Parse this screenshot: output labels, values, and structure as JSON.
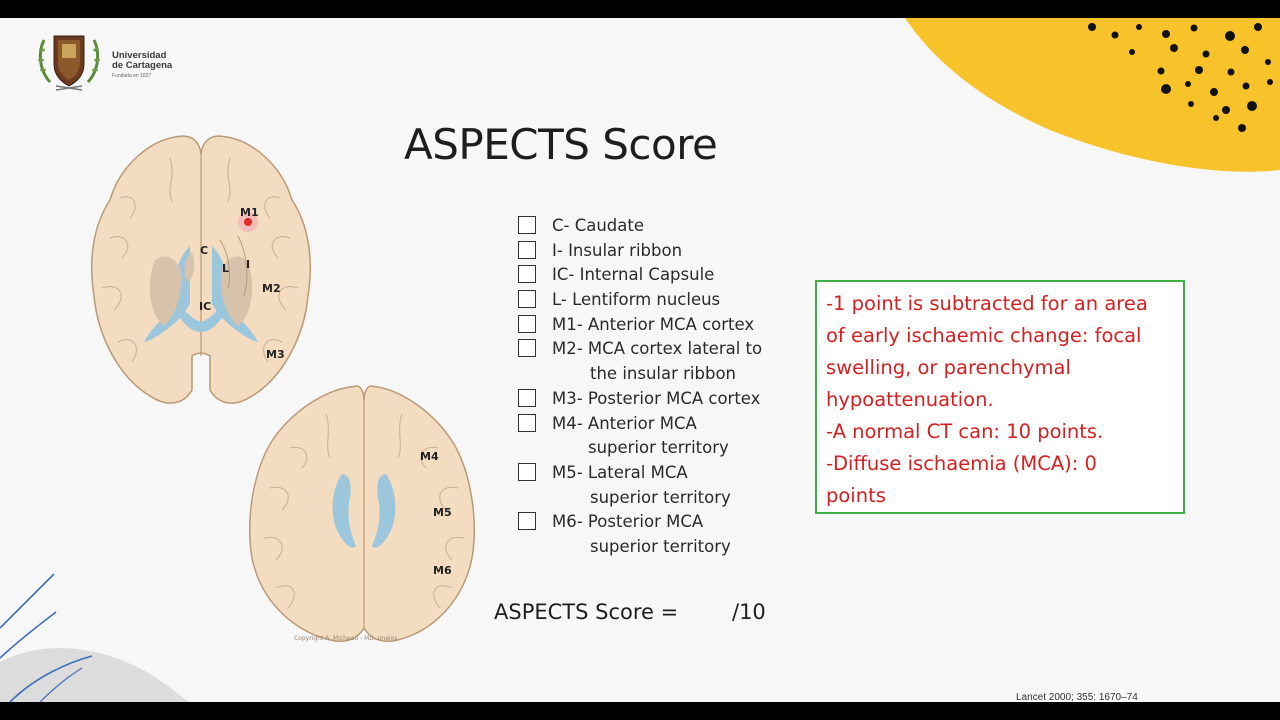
{
  "logo": {
    "line1": "Universidad",
    "line2": "de Cartagena",
    "tagline": "Fundada en 1827"
  },
  "slide": {
    "title": "ASPECTS Score",
    "diagram": {
      "labels": [
        "M1",
        "C",
        "L",
        "I",
        "M2",
        "IC",
        "M3",
        "M4",
        "M5",
        "M6"
      ],
      "copyright": "Copyright A. Micheau - MD, imaios"
    },
    "checklist": [
      {
        "lines": [
          "C- Caudate"
        ]
      },
      {
        "lines": [
          "I- Insular ribbon"
        ]
      },
      {
        "lines": [
          "IC- Internal Capsule"
        ]
      },
      {
        "lines": [
          "L- Lentiform nucleus"
        ]
      },
      {
        "lines": [
          "M1- Anterior MCA cortex"
        ]
      },
      {
        "lines": [
          "M2- MCA cortex lateral to",
          "the insular ribbon"
        ]
      },
      {
        "lines": [
          "M3- Posterior MCA cortex"
        ]
      },
      {
        "lines": [
          "M4- Anterior MCA",
          "superior territory"
        ]
      },
      {
        "lines": [
          "M5- Lateral MCA",
          "superior territory"
        ]
      },
      {
        "lines": [
          "M6- Posterior MCA",
          "superior territory"
        ]
      }
    ],
    "score_label": "ASPECTS Score =",
    "score_denominator": "/10",
    "note_lines": [
      "-1 point is subtracted for an area",
      "of early ischaemic change: focal",
      "swelling, or parenchymal",
      "hypoattenuation.",
      "-A normal CT can:  10 points.",
      "-Diffuse ischaemia (MCA):  0",
      "points"
    ],
    "citation": "Lancet 2000; 355: 1670–74"
  },
  "colors": {
    "accent_yellow": "#f8c22a",
    "note_border": "#3fae49",
    "note_text": "#d42020",
    "brain_fill": "#f3dcc0",
    "ventricle": "#9cc6dc",
    "deep_nuclei": "#d7c3ac"
  }
}
